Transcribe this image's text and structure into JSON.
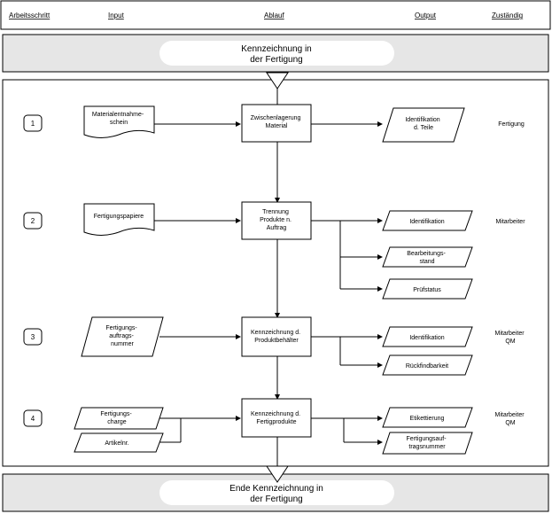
{
  "header": {
    "arbeitsschritt": "Arbeitsschritt",
    "input": "Input",
    "ablauf": "Ablauf",
    "output": "Output",
    "zustaendig": "Zuständig"
  },
  "start_banner": {
    "line1": "Kennzeichnung in",
    "line2": "der Fertigung"
  },
  "end_banner": {
    "line1": "Ende Kennzeichnung in",
    "line2": "der Fertigung"
  },
  "steps": [
    {
      "number": "1",
      "inputs": [
        {
          "lines": [
            "Materialentnahme-",
            "schein"
          ]
        }
      ],
      "process": [
        "Zwischenlagerung",
        "Material"
      ],
      "outputs": [
        {
          "lines": [
            "Identifikation",
            "d. Teile"
          ]
        }
      ],
      "responsible": [
        "Fertigung"
      ]
    },
    {
      "number": "2",
      "inputs": [
        {
          "lines": [
            "Fertigungspapiere"
          ]
        }
      ],
      "process": [
        "Trennung",
        "Produkte n.",
        "Auftrag"
      ],
      "outputs": [
        {
          "lines": [
            "Identifikation"
          ]
        },
        {
          "lines": [
            "Bearbeitungs-",
            "stand"
          ]
        },
        {
          "lines": [
            "Prüfstatus"
          ]
        }
      ],
      "responsible": [
        "Mitarbeiter"
      ]
    },
    {
      "number": "3",
      "inputs": [
        {
          "lines": [
            "Fertigungs-",
            "auftrags-",
            "nummer"
          ]
        }
      ],
      "process": [
        "Kennzeichnung d.",
        "Produktbehälter"
      ],
      "outputs": [
        {
          "lines": [
            "Identifikation"
          ]
        },
        {
          "lines": [
            "Rückfindbarkeit"
          ]
        }
      ],
      "responsible": [
        "Mitarbeiter",
        "QM"
      ]
    },
    {
      "number": "4",
      "inputs": [
        {
          "lines": [
            "Fertigungs-",
            "charge"
          ]
        },
        {
          "lines": [
            "Artikelnr."
          ]
        }
      ],
      "process": [
        "Kennzeichnung d.",
        "Fertigprodukte"
      ],
      "outputs": [
        {
          "lines": [
            "Etikettierung"
          ]
        },
        {
          "lines": [
            "Fertigungsauf-",
            "tragsnummer"
          ]
        }
      ],
      "responsible": [
        "Mitarbeiter",
        "QM"
      ]
    }
  ]
}
